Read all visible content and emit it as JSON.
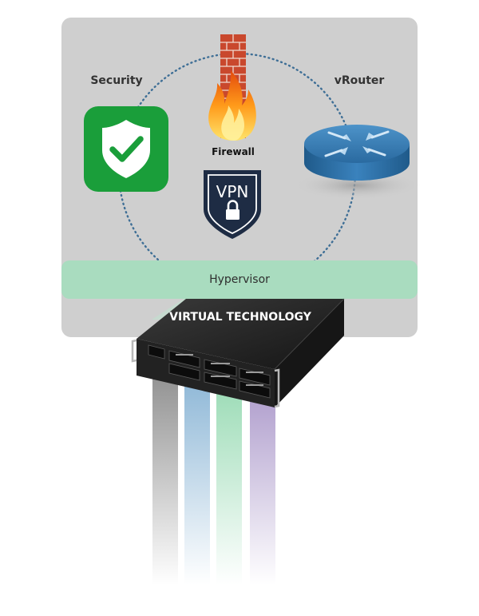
{
  "labels": {
    "security": "Security",
    "vrouter": "vRouter",
    "firewall": "Firewall",
    "vpn": "VPN",
    "hypervisor": "Hypervisor",
    "virtual_technology": "VIRTUAL TECHNOLOGY"
  },
  "icons": {
    "security": "shield-check-icon",
    "firewall": "firewall-flame-icon",
    "vpn": "vpn-lock-shield-icon",
    "vrouter": "router-icon",
    "appliance": "server-appliance-image"
  },
  "colors": {
    "panel": "#cfcfcf",
    "hypervisor_band": "#a9dcbf",
    "security_green": "#1a9e3a",
    "vpn_navy": "#1e2c44",
    "router_blue": "#2b6fa6",
    "beam_gray": "#8a8a8a",
    "beam_blue": "#8fb8d6",
    "beam_green": "#9fdcb8",
    "beam_purple": "#b7a6cf"
  }
}
